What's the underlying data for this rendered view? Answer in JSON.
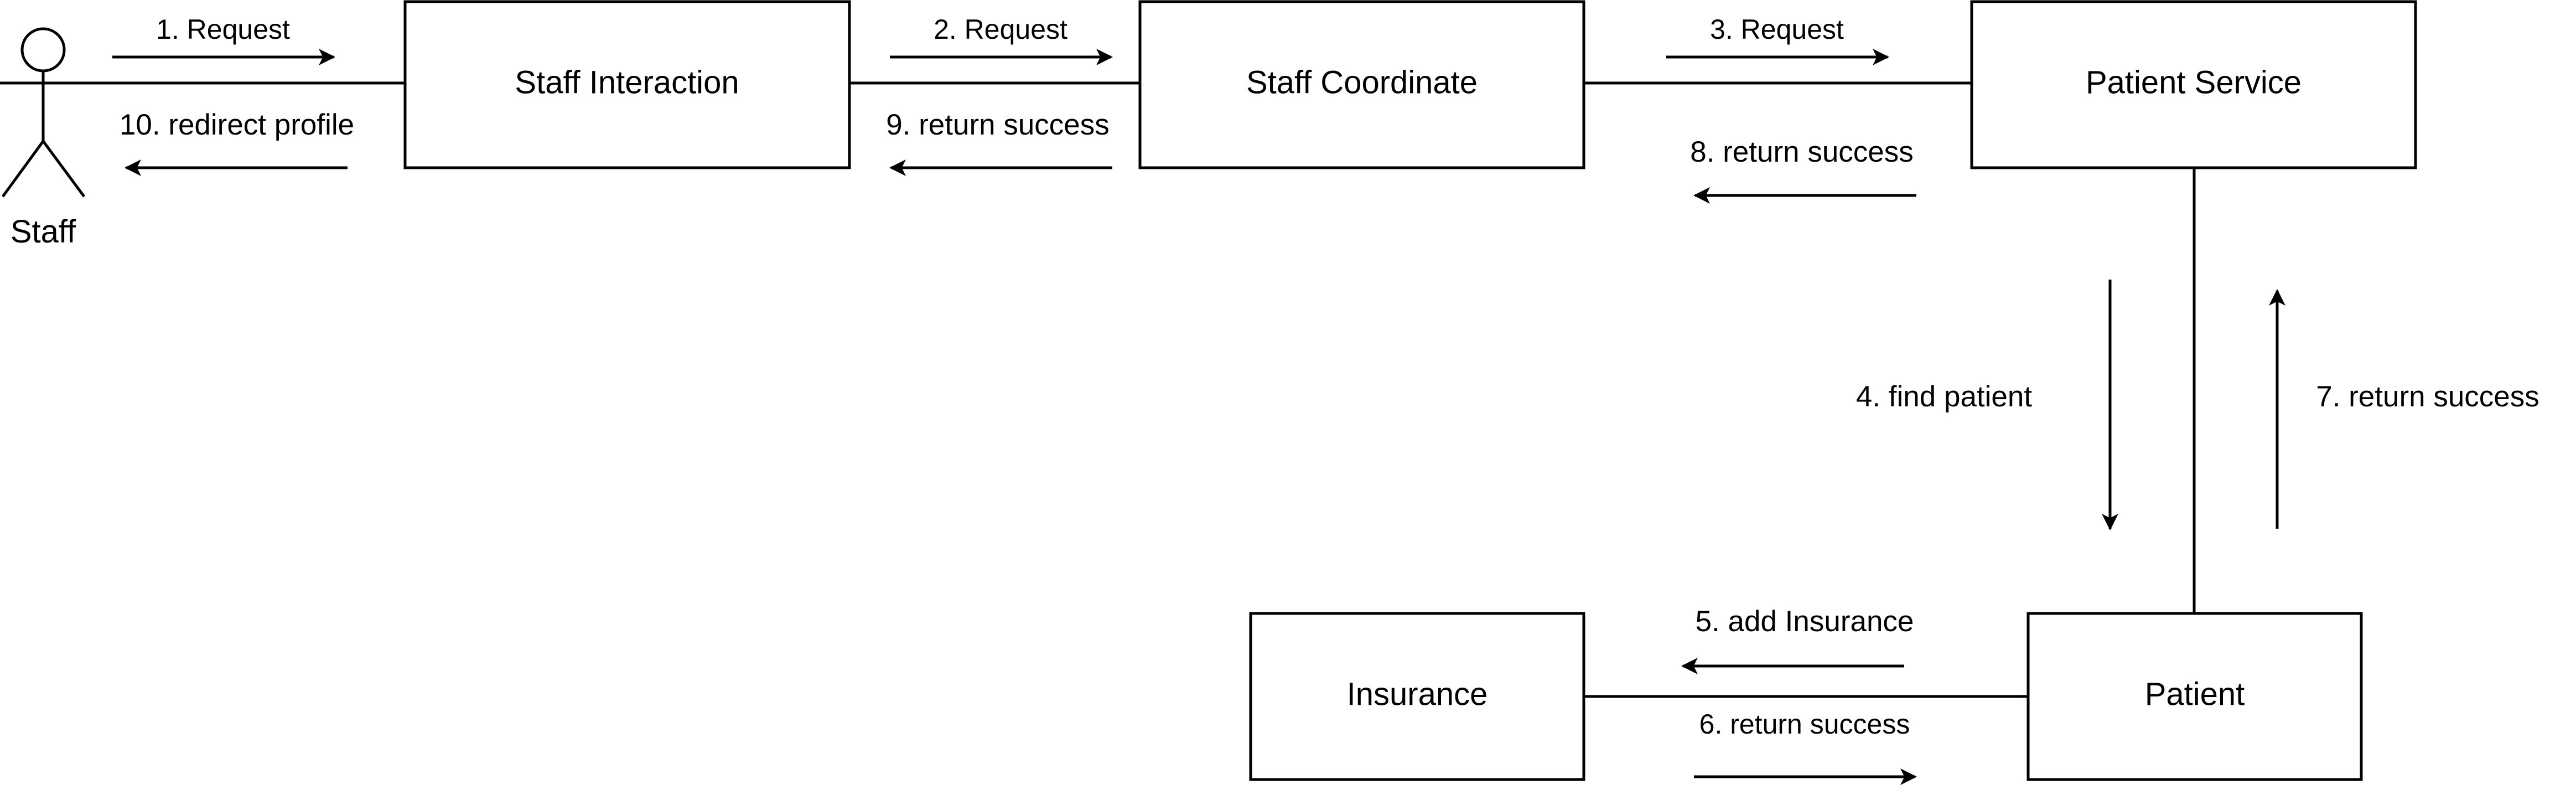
{
  "actor": {
    "name": "Staff"
  },
  "nodes": {
    "staff_interaction": "Staff Interaction",
    "staff_coordinate": "Staff Coordinate",
    "patient_service": "Patient Service",
    "insurance": "Insurance",
    "patient": "Patient"
  },
  "messages": {
    "m1": "1. Request",
    "m2": "2. Request",
    "m3": "3. Request",
    "m4": "4. find patient",
    "m5": "5. add Insurance",
    "m6": "6. return success",
    "m7": "7. return success",
    "m8": "8. return success",
    "m9": "9. return success",
    "m10": "10. redirect profile"
  },
  "colors": {
    "stroke": "#000000",
    "background": "#ffffff"
  }
}
